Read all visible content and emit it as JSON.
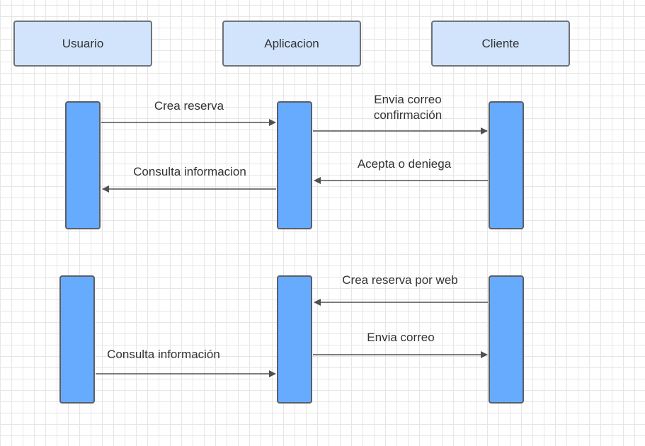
{
  "diagram": {
    "actors": {
      "usuario": "Usuario",
      "aplicacion": "Aplicacion",
      "cliente": "Cliente"
    },
    "messages": {
      "m1": "Crea reserva",
      "m2": "Envia correo\nconfirmación",
      "m3": "Acepta o deniega",
      "m4": "Consulta informacion",
      "m5": "Crea reserva por web",
      "m6": "Envia correo",
      "m7": "Consulta información"
    },
    "colors": {
      "actor_fill": "#d1e4fc",
      "activation_fill": "#67abff",
      "arrow": "#505050"
    }
  }
}
